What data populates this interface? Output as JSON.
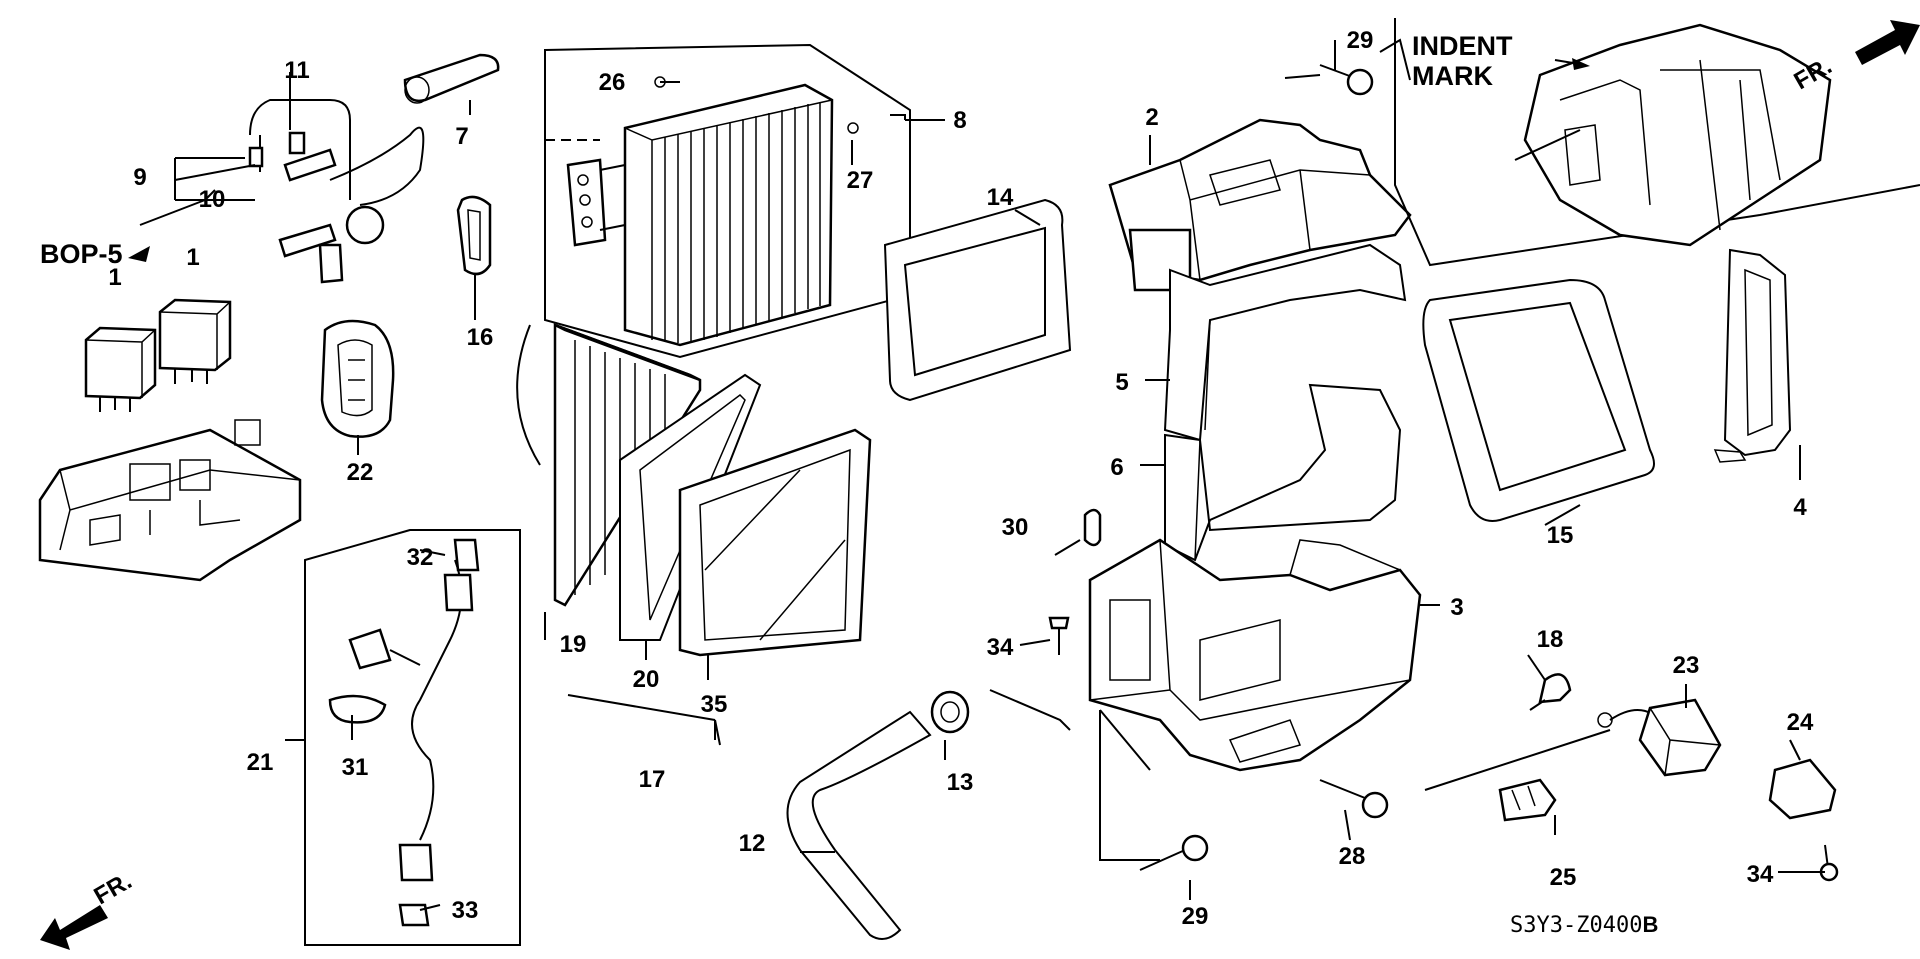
{
  "diagram": {
    "labels": {
      "p1a": "1",
      "p1b": "1",
      "p2": "2",
      "p3": "3",
      "p4": "4",
      "p5": "5",
      "p6": "6",
      "p7": "7",
      "p8": "8",
      "p9": "9",
      "p10": "10",
      "p11": "11",
      "p12": "12",
      "p13": "13",
      "p14": "14",
      "p15": "15",
      "p16": "16",
      "p17": "17",
      "p18": "18",
      "p19": "19",
      "p20": "20",
      "p21": "21",
      "p22": "22",
      "p23": "23",
      "p24": "24",
      "p25": "25",
      "p26": "26",
      "p27": "27",
      "p28": "28",
      "p29a": "29",
      "p29b": "29",
      "p30": "30",
      "p31": "31",
      "p32": "32",
      "p33": "33",
      "p34a": "34",
      "p34b": "34",
      "p35": "35"
    },
    "bop_ref": "BOP-5",
    "indent_mark_line1": "INDENT",
    "indent_mark_line2": "MARK",
    "fr_top": "FR.",
    "fr_bottom": "FR.",
    "drawing_code": "S3Y3-Z0400",
    "drawing_code_suffix": "B"
  }
}
